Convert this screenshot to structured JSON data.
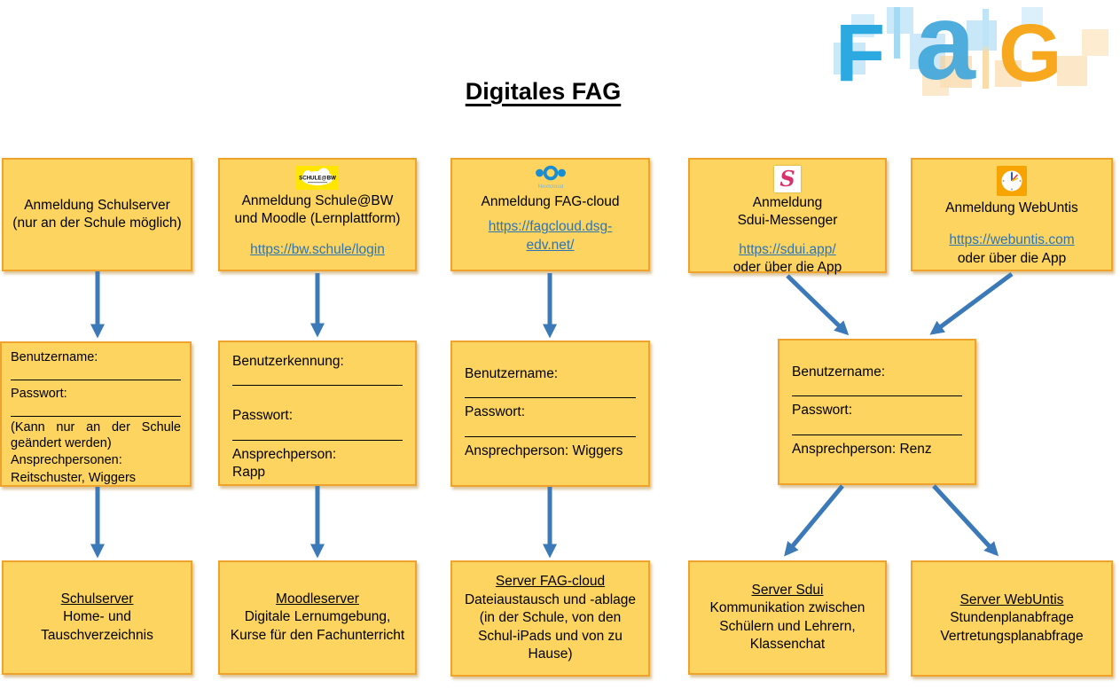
{
  "title": "Digitales FAG",
  "fag_logo": {
    "f": "F",
    "a": "a",
    "g": "G"
  },
  "colors": {
    "box_fill": "#FCD45F",
    "box_border": "#F0A32C",
    "arrow_blue": "#3B79B8",
    "link_blue": "#2E75B6",
    "logo_blue": "#2CA9E1",
    "logo_orange": "#F7A81E",
    "nextcloud_blue": "#1A8DD2",
    "sdui_pink": "#D6336C",
    "webuntis_orange": "#F7A300",
    "schulebw_yellow": "#FFE500"
  },
  "schulserver": {
    "top_text": "Anmeldung Schulserver (nur an der Schule möglich)",
    "mid": {
      "user_label": "Benutzername:",
      "pass_label": "Passwort:",
      "note": "(Kann nur an der Schule geändert werden)",
      "contact_label": "Ansprechpersonen:",
      "contact_names": "Reitschuster, Wiggers"
    },
    "bottom": {
      "heading": "Schulserver",
      "text": "Home- und Tauschverzeichnis"
    }
  },
  "schulebw": {
    "logo_text": "SCHULE@BW",
    "top_text": "Anmeldung Schule@BW und Moodle (Lernplattform)",
    "link": "https://bw.schule/login",
    "mid": {
      "user_label": "Benutzerkennung:",
      "pass_label": "Passwort:",
      "contact_label": "Ansprechperson:",
      "contact_names": "Rapp"
    },
    "bottom": {
      "heading": "Moodleserver",
      "text": "Digitale Lernumgebung, Kurse für den Fachunterricht"
    }
  },
  "fagcloud": {
    "logo_caption": "Nextcloud",
    "top_text": "Anmeldung FAG-cloud",
    "link": "https://fagcloud.dsg-edv.net/",
    "mid": {
      "user_label": "Benutzername:",
      "pass_label": "Passwort:",
      "contact_line": "Ansprechperson: Wiggers"
    },
    "bottom": {
      "heading": "Server FAG-cloud",
      "text": "Dateiaustausch und -ablage (in der Schule, von den Schul-iPads und von zu Hause)"
    }
  },
  "sdui": {
    "logo_letter": "S",
    "top_line1": "Anmeldung",
    "top_line2": "Sdui-Messenger",
    "link": "https://sdui.app/",
    "app_note": "oder über die App",
    "bottom": {
      "heading": "Server Sdui",
      "text": "Kommunikation zwischen Schülern und Lehrern, Klassenchat"
    }
  },
  "webuntis": {
    "top_text": "Anmeldung WebUntis",
    "link": "https://webuntis.com",
    "app_note": "oder über die App",
    "bottom": {
      "heading": "Server WebUntis",
      "text": "Stundenplanabfrage Vertretungsplanabfrage"
    }
  },
  "shared_mid": {
    "user_label": "Benutzername:",
    "pass_label": "Passwort:",
    "contact_line": "Ansprechperson: Renz"
  }
}
